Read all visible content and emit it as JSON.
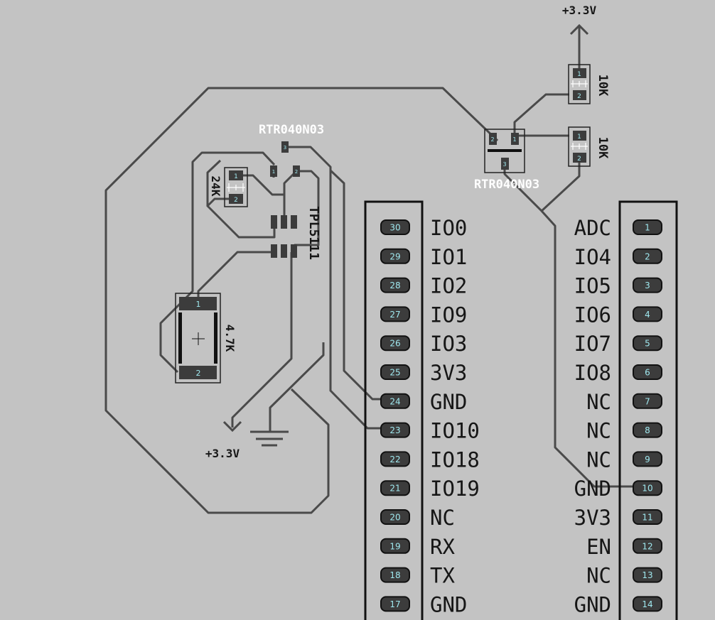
{
  "colors": {
    "background": "#c3c3c3",
    "trace": "#4a4a4a",
    "outline": "#222222",
    "pad": "#3c3c3c",
    "pad_label": "#9fe8ef",
    "white_label": "#ffffff",
    "pin_label": "#161616"
  },
  "labels": {
    "vcc_top": "+3.3V",
    "vcc_bottom": "+3.3V",
    "r_top": "10K",
    "r_mid": "10K",
    "r_24k": "24K",
    "r_47k": "4.7K",
    "mosfet_1": "RTR040N03",
    "mosfet_2": "RTR040N03",
    "ic": "TPL5111"
  },
  "pads": {
    "one": "1",
    "two": "2",
    "three": "3"
  },
  "header_left": {
    "pins": [
      {
        "num": "30",
        "label": "IO0"
      },
      {
        "num": "29",
        "label": "IO1"
      },
      {
        "num": "28",
        "label": "IO2"
      },
      {
        "num": "27",
        "label": "IO9"
      },
      {
        "num": "26",
        "label": "IO3"
      },
      {
        "num": "25",
        "label": "3V3"
      },
      {
        "num": "24",
        "label": "GND"
      },
      {
        "num": "23",
        "label": "IO10"
      },
      {
        "num": "22",
        "label": "IO18"
      },
      {
        "num": "21",
        "label": "IO19"
      },
      {
        "num": "20",
        "label": "NC"
      },
      {
        "num": "19",
        "label": "RX"
      },
      {
        "num": "18",
        "label": "TX"
      },
      {
        "num": "17",
        "label": "GND"
      }
    ]
  },
  "header_right": {
    "pins": [
      {
        "num": "1",
        "label": "ADC"
      },
      {
        "num": "2",
        "label": "IO4"
      },
      {
        "num": "3",
        "label": "IO5"
      },
      {
        "num": "4",
        "label": "IO6"
      },
      {
        "num": "5",
        "label": "IO7"
      },
      {
        "num": "6",
        "label": "IO8"
      },
      {
        "num": "7",
        "label": "NC"
      },
      {
        "num": "8",
        "label": "NC"
      },
      {
        "num": "9",
        "label": "NC"
      },
      {
        "num": "10",
        "label": "GND"
      },
      {
        "num": "11",
        "label": "3V3"
      },
      {
        "num": "12",
        "label": "EN"
      },
      {
        "num": "13",
        "label": "NC"
      },
      {
        "num": "14",
        "label": "GND"
      }
    ]
  }
}
